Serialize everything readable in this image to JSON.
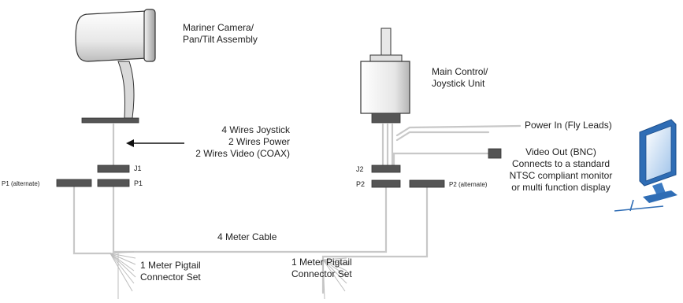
{
  "camera": {
    "title_line1": "Mariner Camera/",
    "title_line2": "Pan/Tilt Assembly"
  },
  "control_unit": {
    "title_line1": "Main Control/",
    "title_line2": "Joystick Unit"
  },
  "wiring_note": {
    "line1": "4 Wires Joystick",
    "line2": "2 Wires Power",
    "line3": "2 Wires Video (COAX)"
  },
  "connectors": {
    "j1": "J1",
    "p1": "P1",
    "p1_alternate": "P1 (alternate)",
    "j2": "J2",
    "p2": "P2",
    "p2_alternate": "P2 (alternate)"
  },
  "power_in": "Power In (Fly Leads)",
  "video_out": {
    "line1": "Video Out (BNC)",
    "line2": "Connects to a standard",
    "line3": "NTSC compliant monitor",
    "line4": "or multi function display"
  },
  "cable_label": "4 Meter Cable",
  "pigtail_left": {
    "line1": "1 Meter Pigtail",
    "line2": "Connector Set"
  },
  "pigtail_right": {
    "line1": "1 Meter Pigtail",
    "line2": "Connector Set"
  },
  "colors": {
    "cable": "#c8c8c8",
    "connector": "#555555",
    "outline": "#333333",
    "monitor_blue": "#2f6db5"
  }
}
